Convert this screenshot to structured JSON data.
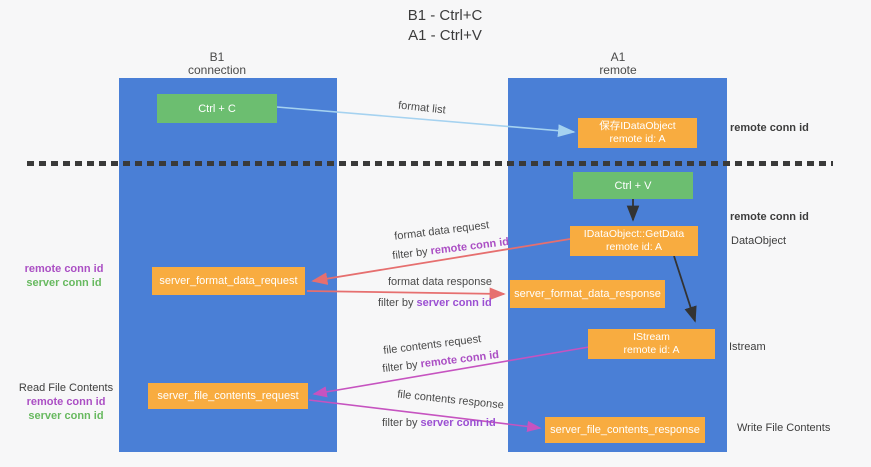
{
  "title": {
    "line1": "B1 - Ctrl+C",
    "line2": "A1 - Ctrl+V"
  },
  "columns": {
    "left": {
      "name": "B1",
      "subtitle": "connection"
    },
    "right": {
      "name": "A1",
      "subtitle": "remote"
    }
  },
  "nodes": {
    "ctrl_c": {
      "label": "Ctrl + C"
    },
    "save_idataobject": {
      "line1": "保存IDataObject",
      "line2": "remote id: A"
    },
    "ctrl_v": {
      "label": "Ctrl + V"
    },
    "getdata": {
      "line1": "IDataObject::GetData",
      "line2": "remote id: A"
    },
    "server_format_data_request": {
      "label": "server_format_data_request"
    },
    "server_format_data_response": {
      "label": "server_format_data_response"
    },
    "istream": {
      "line1": "IStream",
      "line2": "remote id: A"
    },
    "server_file_contents_request": {
      "label": "server_file_contents_request"
    },
    "server_file_contents_response": {
      "label": "server_file_contents_response"
    }
  },
  "flow_labels": {
    "format_list": "format list",
    "format_data_request": "format data request",
    "format_request_filter_prefix": "filter by ",
    "format_request_filter_key": "remote conn id",
    "format_data_response": "format data response",
    "format_response_filter_prefix": "filter by ",
    "format_response_filter_key": "server conn id",
    "file_contents_request": "file contents request",
    "file_request_filter_prefix": "filter by ",
    "file_request_filter_key": "remote conn id",
    "file_contents_response": "file contents response",
    "file_response_filter_prefix": "filter by ",
    "file_response_filter_key": "server conn id"
  },
  "side_labels": {
    "right_remote_conn_id_top": "remote conn id",
    "right_remote_conn_id_mid": "remote conn id",
    "right_dataobject": "DataObject",
    "right_istream": "Istream",
    "right_write_file_contents": "Write File Contents",
    "left_remote_conn_id_top": "remote conn id",
    "left_server_conn_id_top": "server conn id",
    "left_read_file_contents": "Read File Contents",
    "left_remote_conn_id_bottom": "remote conn id",
    "left_server_conn_id_bottom": "server conn id"
  },
  "colors": {
    "column_blue": "#4a7fd6",
    "box_green": "#6cbe70",
    "box_orange": "#f8ac40",
    "remote_conn_id_purple": "#ab4fc4",
    "server_conn_id_violet": "#9b4fd2",
    "server_conn_id_green": "#67b95f",
    "arrow_light_blue": "#a5d2f0",
    "arrow_salmon": "#e66f6f",
    "arrow_magenta": "#c653c0",
    "arrow_black": "#333333"
  }
}
